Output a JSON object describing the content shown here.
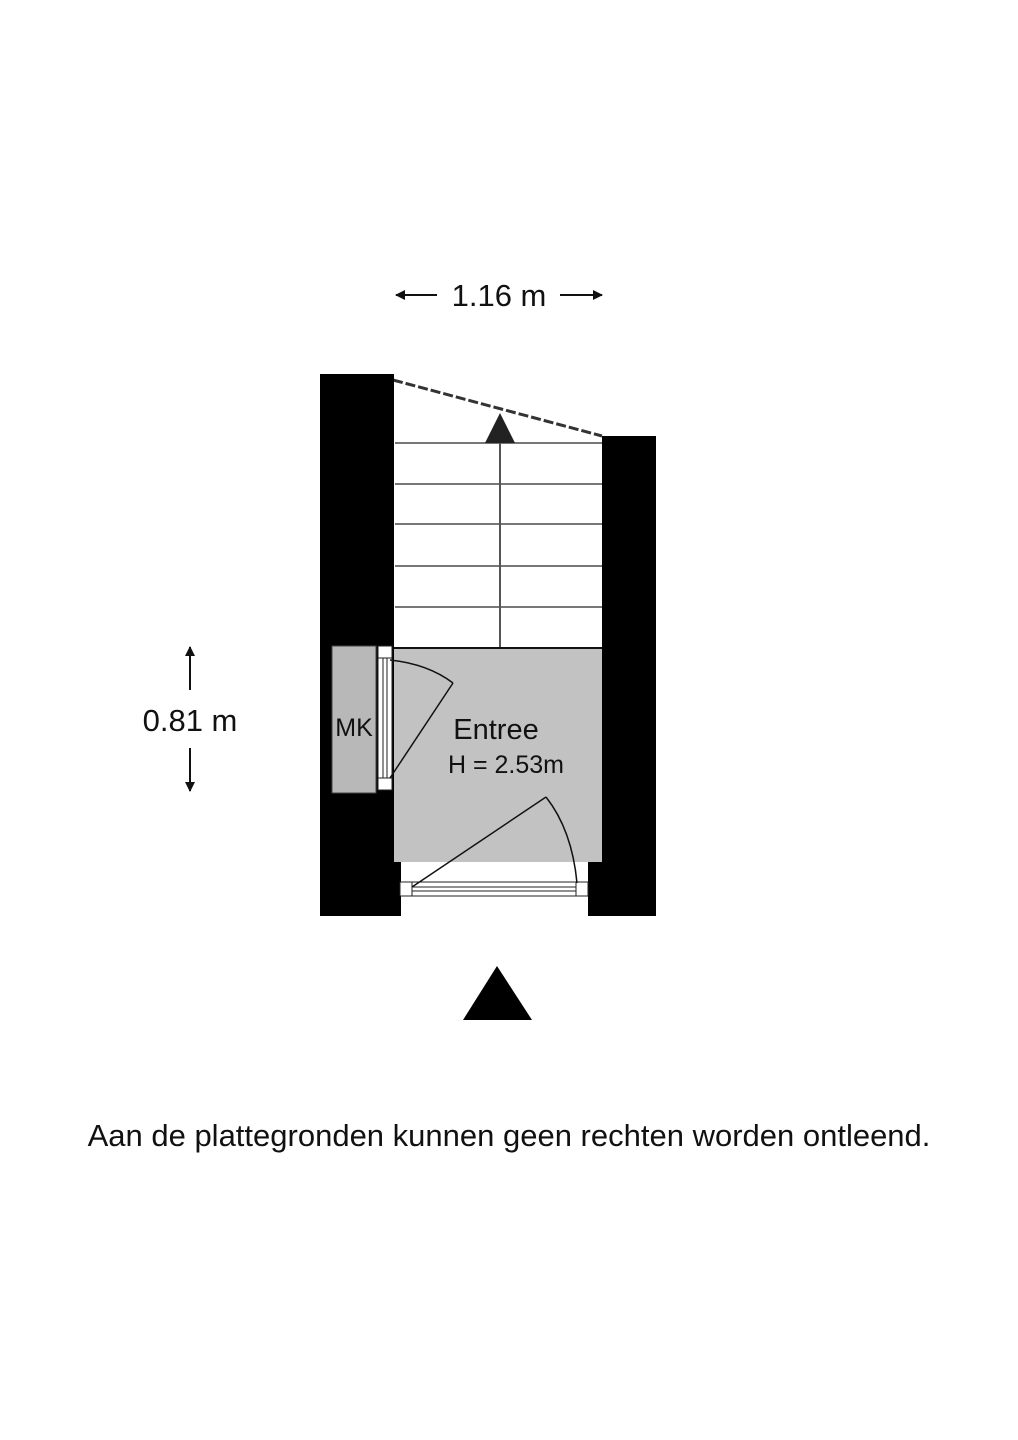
{
  "dimensions": {
    "width_label": "1.16 m",
    "depth_label": "0.81 m"
  },
  "rooms": [
    {
      "name": "Entree",
      "height_label": "H = 2.53m"
    },
    {
      "name": "MK"
    }
  ],
  "north_indicator": "triangle-up",
  "disclaimer": "Aan de plattegronden kunnen geen rechten worden ontleend.",
  "colors": {
    "wall": "#000000",
    "room_fill": "#c2c2c2",
    "stair_lines": "#555555"
  }
}
